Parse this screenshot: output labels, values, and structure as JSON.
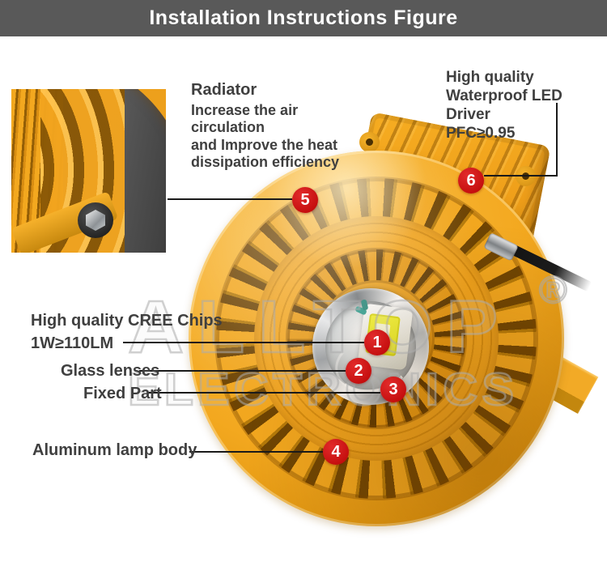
{
  "title": "Installation Instructions Figure",
  "callouts": {
    "radiator": {
      "number": "5",
      "label": "Radiator",
      "line1": "Increase the air circulation",
      "line2": "and Improve the heat",
      "line3": "dissipation efficiency"
    },
    "led_driver": {
      "number": "6",
      "line1": "High quality",
      "line2": "Waterproof LED Driver",
      "line3": "PFC≥0.95"
    },
    "cree_chips": {
      "number": "1",
      "line1": "High quality CREE Chips",
      "line2": "1W≥110LM"
    },
    "glass_lenses": {
      "number": "2",
      "label": "Glass lenses"
    },
    "fixed_part": {
      "number": "3",
      "label": "Fixed Part"
    },
    "lamp_body": {
      "number": "4",
      "label": "Aluminum lamp body"
    }
  },
  "watermark": {
    "line1": "ALLTOP",
    "registered": "®",
    "line2": "ELECTRONICS"
  },
  "colors": {
    "accent_orange": "#F0A41D",
    "callout_red": "#CC1414",
    "title_bar_gray": "#595959",
    "text_gray": "#3F3F3F"
  }
}
